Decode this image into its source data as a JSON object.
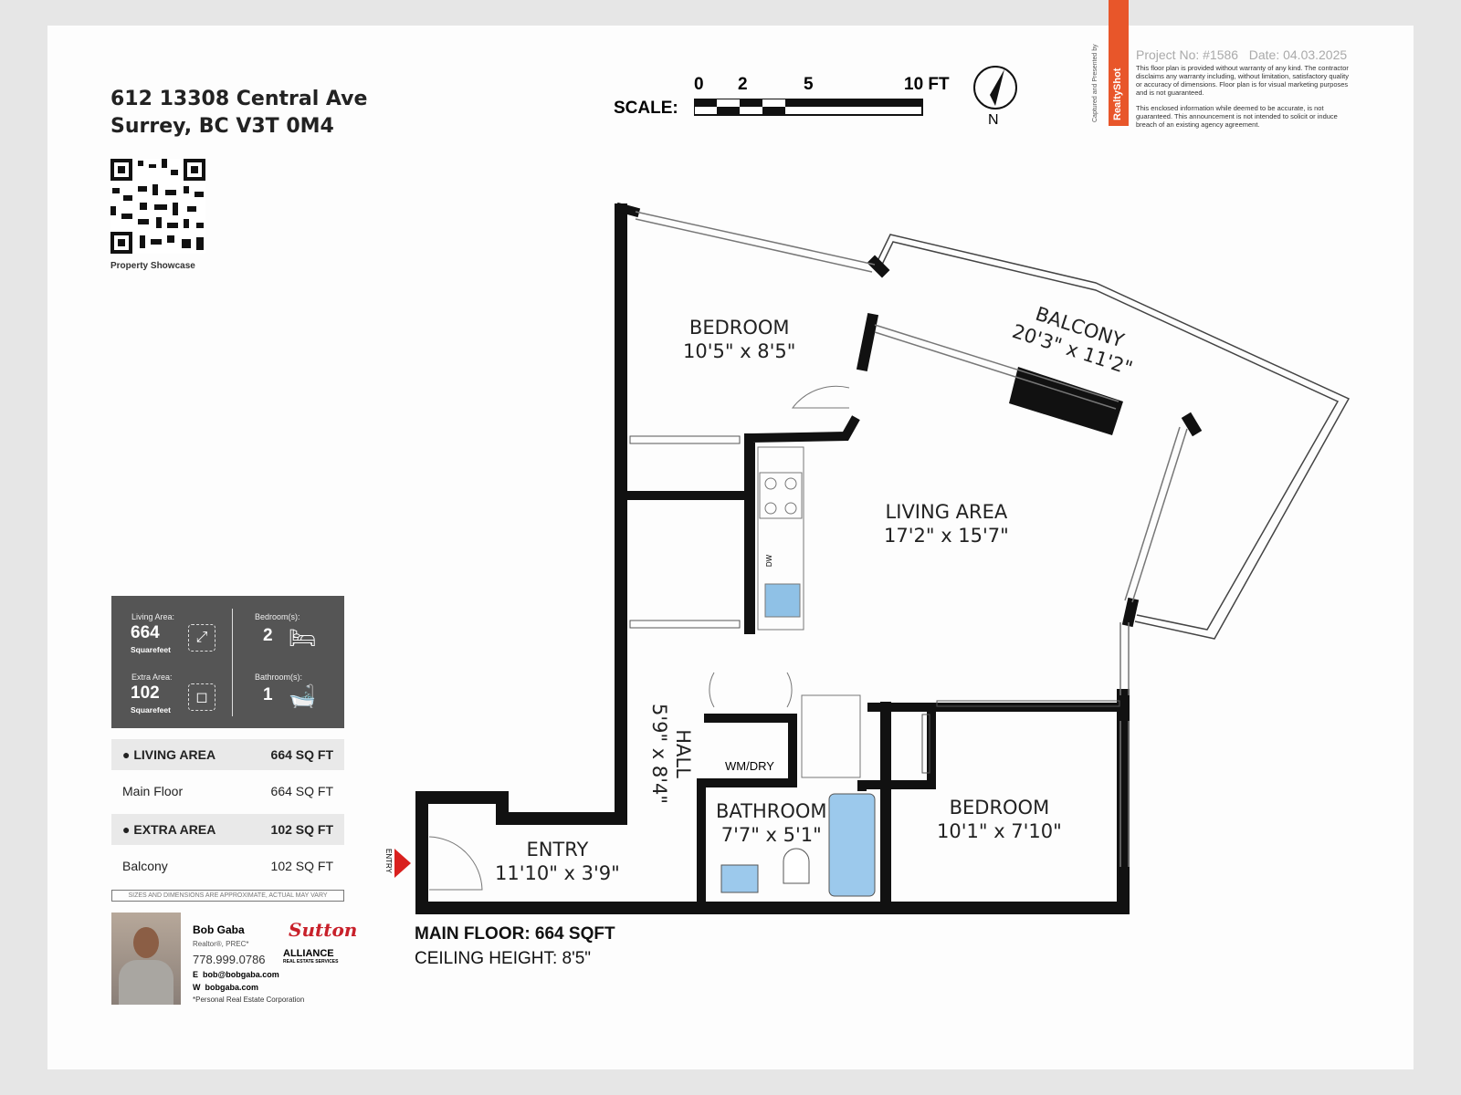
{
  "address": {
    "line1": "612 13308 Central Ave",
    "line2": "Surrey, BC V3T 0M4"
  },
  "qr": {
    "caption": "Property Showcase"
  },
  "scale": {
    "label": "SCALE:",
    "ticks": [
      "0",
      "2",
      "5",
      "10 FT"
    ],
    "north": "N"
  },
  "header": {
    "project": "Project No: #1586",
    "date": "Date: 04.03.2025",
    "brand": "RealtyShot",
    "captured_by": "Captured and Presented by",
    "disclaimer1": "This floor plan is provided without warranty of any kind. The contractor disclaims any warranty including, without limitation, satisfactory quality or accuracy of dimensions. Floor plan is for visual marketing purposes and is not guaranteed.",
    "disclaimer2": "This enclosed information while deemed to be accurate, is not guaranteed. This announcement is not intended to solicit or induce breach of an existing agency agreement."
  },
  "stats": {
    "living_label": "Living Area:",
    "living_value": "664",
    "living_unit": "Squarefeet",
    "extra_label": "Extra Area:",
    "extra_value": "102",
    "extra_unit": "Squarefeet",
    "bed_label": "Bedroom(s):",
    "bed_value": "2",
    "bath_label": "Bathroom(s):",
    "bath_value": "1"
  },
  "areas": [
    {
      "name": "LIVING AREA",
      "value": "664 SQ FT",
      "header": true
    },
    {
      "name": "Main Floor",
      "value": "664 SQ FT",
      "header": false
    },
    {
      "name": "EXTRA AREA",
      "value": "102 SQ FT",
      "header": true
    },
    {
      "name": "Balcony",
      "value": "102 SQ FT",
      "header": false
    }
  ],
  "areas_disclaimer": "SIZES AND DIMENSIONS ARE APPROXIMATE, ACTUAL MAY VARY",
  "agent": {
    "name": "Bob Gaba",
    "title": "Realtor®, PREC*",
    "phone": "778.999.0786",
    "email_label": "E",
    "email": "bob@bobgaba.com",
    "web_label": "W",
    "web": "bobgaba.com",
    "note": "*Personal Real Estate Corporation",
    "brokerage1": "Sutton",
    "brokerage2": "ALLIANCE",
    "brokerage3": "REAL ESTATE SERVICES"
  },
  "rooms": [
    {
      "name": "BEDROOM",
      "dims": "10'5\" x 8'5\""
    },
    {
      "name": "BALCONY",
      "dims": "20'3\" x 11'2\""
    },
    {
      "name": "LIVING AREA",
      "dims": "17'2\" x 15'7\""
    },
    {
      "name": "HALL",
      "dims": "5'9\" x 8'4\""
    },
    {
      "name": "BATHROOM",
      "dims": "7'7\" x 5'1\""
    },
    {
      "name": "BEDROOM",
      "dims": "10'1\" x 7'10\""
    },
    {
      "name": "ENTRY",
      "dims": "11'10\" x 3'9\""
    }
  ],
  "labels": {
    "wmdry": "WM/DRY",
    "dw": "DW",
    "entry_marker": "ENTRY"
  },
  "footer": {
    "floor": "MAIN FLOOR: 664 SQFT",
    "ceiling": "CEILING HEIGHT: 8'5\""
  }
}
